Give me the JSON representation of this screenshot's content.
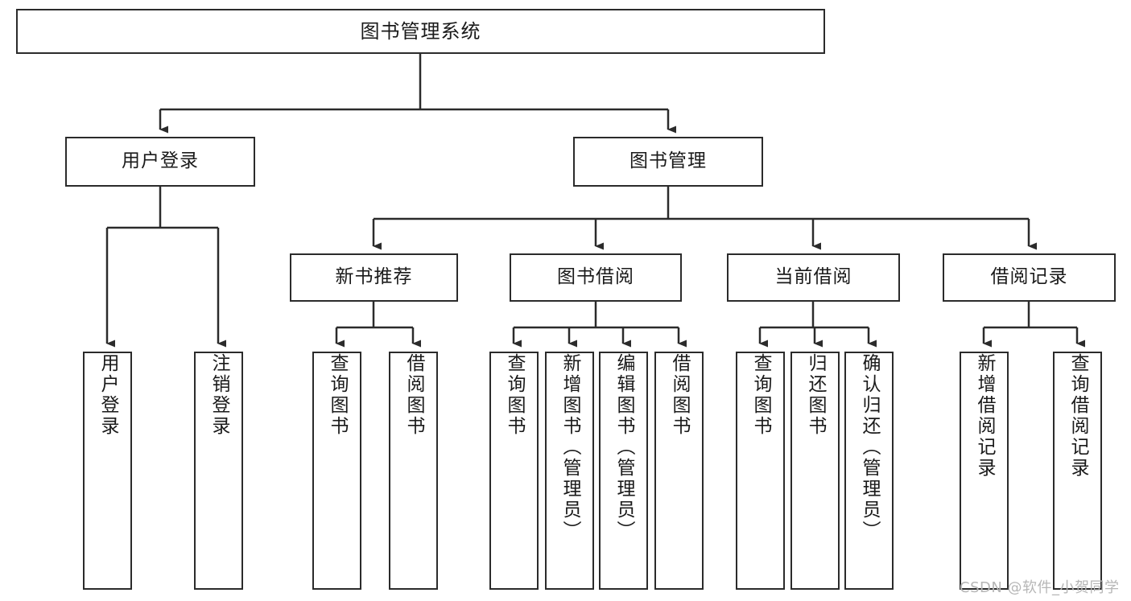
{
  "diagram": {
    "title": "图书管理系统",
    "type": "hierarchy-tree",
    "watermark": "CSDN @软件_小贺同学",
    "colors": {
      "stroke": "#2b2b2b",
      "fill": "#ffffff",
      "text": "#1a1a1a",
      "watermark": "#b6b6b6"
    },
    "nodes": {
      "root": {
        "label": "图书管理系统",
        "level": 1,
        "orientation": "horizontal"
      },
      "user_login": {
        "label": "用户登录",
        "level": 2,
        "orientation": "horizontal"
      },
      "book_manage": {
        "label": "图书管理",
        "level": 2,
        "orientation": "horizontal"
      },
      "new_book_rec": {
        "label": "新书推荐",
        "level": 3,
        "orientation": "horizontal"
      },
      "book_borrow": {
        "label": "图书借阅",
        "level": 3,
        "orientation": "horizontal"
      },
      "current_borrow": {
        "label": "当前借阅",
        "level": 3,
        "orientation": "horizontal"
      },
      "borrow_record": {
        "label": "借阅记录",
        "level": 3,
        "orientation": "horizontal"
      },
      "leaf_user_login": {
        "label": "用户登录",
        "level": 3,
        "orientation": "vertical"
      },
      "leaf_logout": {
        "label": "注销登录",
        "level": 3,
        "orientation": "vertical"
      },
      "leaf_query_book_1": {
        "label": "查询图书",
        "level": 4,
        "orientation": "vertical"
      },
      "leaf_borrow_book_1": {
        "label": "借阅图书",
        "level": 4,
        "orientation": "vertical"
      },
      "leaf_query_book_2": {
        "label": "查询图书",
        "level": 4,
        "orientation": "vertical"
      },
      "leaf_add_book": {
        "label": "新增图书（管理员）",
        "level": 4,
        "orientation": "vertical"
      },
      "leaf_edit_book": {
        "label": "编辑图书（管理员）",
        "level": 4,
        "orientation": "vertical"
      },
      "leaf_borrow_book_2": {
        "label": "借阅图书",
        "level": 4,
        "orientation": "vertical"
      },
      "leaf_query_book_3": {
        "label": "查询图书",
        "level": 4,
        "orientation": "vertical"
      },
      "leaf_return_book": {
        "label": "归还图书",
        "level": 4,
        "orientation": "vertical"
      },
      "leaf_confirm_return": {
        "label": "确认归还（管理员）",
        "level": 4,
        "orientation": "vertical"
      },
      "leaf_add_record": {
        "label": "新增借阅记录",
        "level": 4,
        "orientation": "vertical"
      },
      "leaf_query_record": {
        "label": "查询借阅记录",
        "level": 4,
        "orientation": "vertical"
      }
    },
    "edges": [
      {
        "from": "root",
        "to": "user_login"
      },
      {
        "from": "root",
        "to": "book_manage"
      },
      {
        "from": "user_login",
        "to": "leaf_user_login"
      },
      {
        "from": "user_login",
        "to": "leaf_logout"
      },
      {
        "from": "book_manage",
        "to": "new_book_rec"
      },
      {
        "from": "book_manage",
        "to": "book_borrow"
      },
      {
        "from": "book_manage",
        "to": "current_borrow"
      },
      {
        "from": "book_manage",
        "to": "borrow_record"
      },
      {
        "from": "new_book_rec",
        "to": "leaf_query_book_1"
      },
      {
        "from": "new_book_rec",
        "to": "leaf_borrow_book_1"
      },
      {
        "from": "book_borrow",
        "to": "leaf_query_book_2"
      },
      {
        "from": "book_borrow",
        "to": "leaf_add_book"
      },
      {
        "from": "book_borrow",
        "to": "leaf_edit_book"
      },
      {
        "from": "book_borrow",
        "to": "leaf_borrow_book_2"
      },
      {
        "from": "current_borrow",
        "to": "leaf_query_book_3"
      },
      {
        "from": "current_borrow",
        "to": "leaf_return_book"
      },
      {
        "from": "current_borrow",
        "to": "leaf_confirm_return"
      },
      {
        "from": "borrow_record",
        "to": "leaf_add_record"
      },
      {
        "from": "borrow_record",
        "to": "leaf_query_record"
      }
    ]
  }
}
